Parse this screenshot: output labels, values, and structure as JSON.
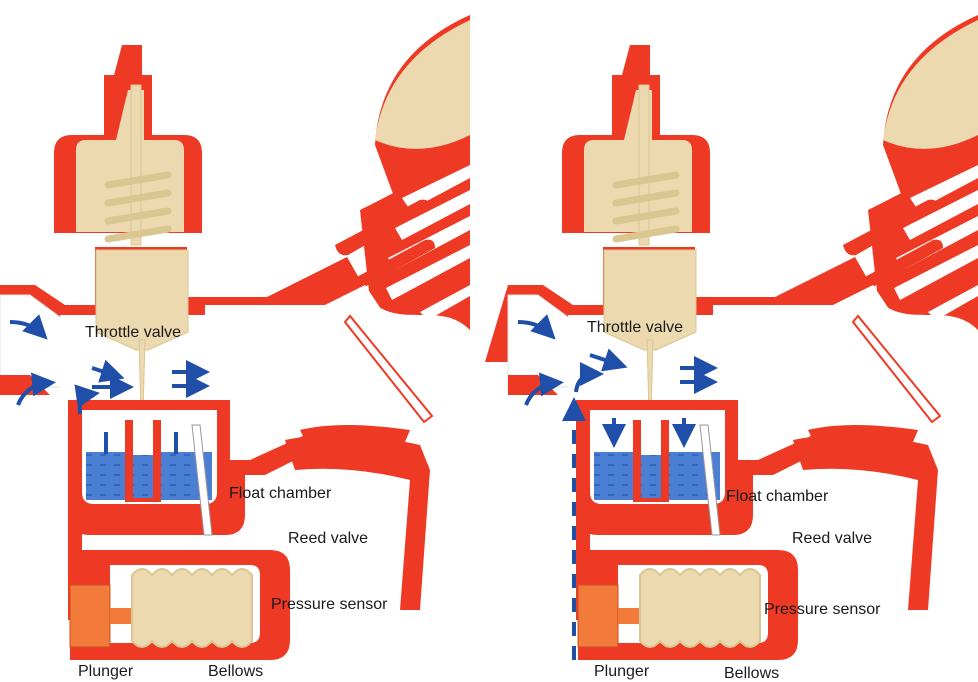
{
  "labels": {
    "throttle_valve": "Throttle valve",
    "float_chamber": "Float chamber",
    "reed_valve": "Reed valve",
    "pressure_sensor": "Pressure sensor",
    "plunger": "Plunger",
    "bellows": "Bellows"
  },
  "colors": {
    "body_red": "#ee3a24",
    "beige": "#ecd9b0",
    "spring": "#d9c690",
    "fuel_blue": "#4a7fd4",
    "arrow_blue": "#1f4fa8",
    "plunger_orange": "#f27a3a",
    "outline": "#d8d8d8"
  },
  "icons": [
    "air-flow-arrow",
    "fuel-flow-arrow"
  ]
}
